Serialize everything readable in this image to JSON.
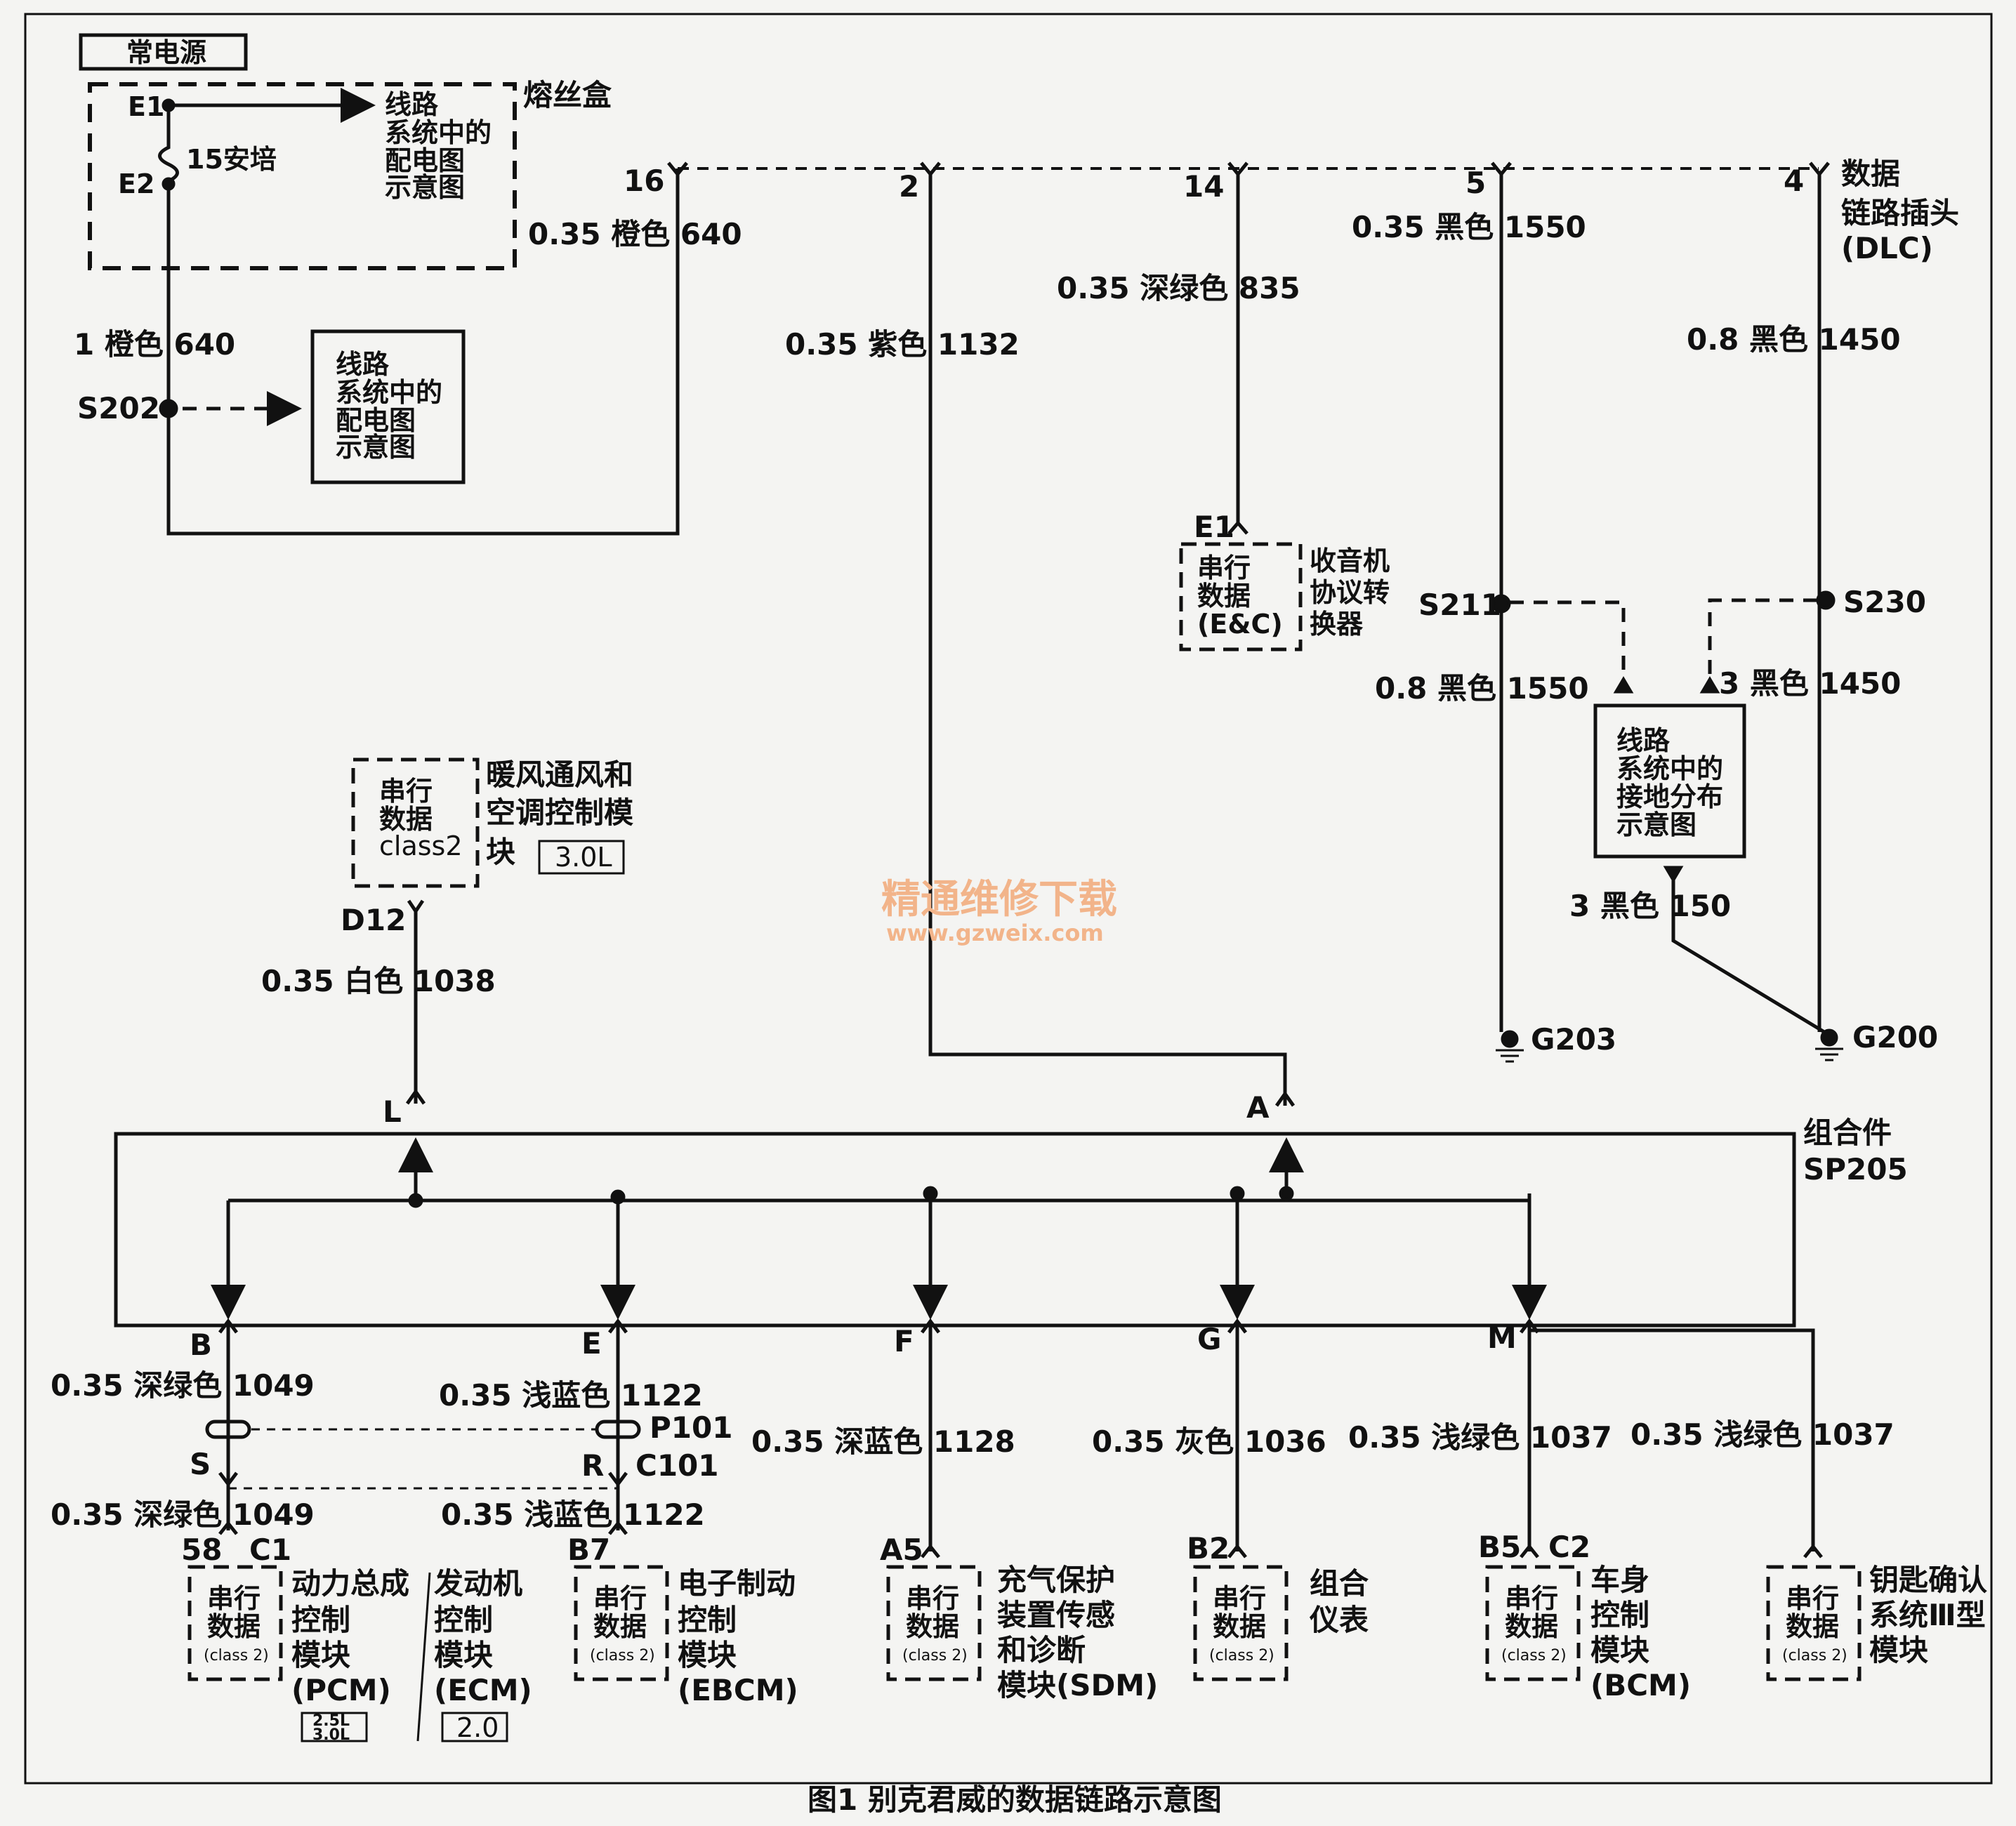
{
  "caption": "图1 别克君威的数据链路示意图",
  "watermark": {
    "title": "精通维修下载",
    "url": "www.gzweix.com"
  },
  "labels": {
    "power_source": "常电源",
    "fuse_box": "熔丝盒",
    "e1": "E1",
    "e2": "E2",
    "fuse_rating": "15安培",
    "ref_power": [
      "线路",
      "系统中的",
      "配电图",
      "示意图"
    ],
    "s202": "S202",
    "radio_pin": "E1",
    "radio_class": "(E&C)",
    "radio_name": [
      "收音机",
      "协议转",
      "换器"
    ],
    "s211": "S211",
    "s230": "S230",
    "ground_ref": [
      "线路",
      "系统中的",
      "接地分布",
      "示意图"
    ],
    "g203": "G203",
    "g200": "G200",
    "hvac_class": "class2",
    "hvac_name": [
      "暖风通风和",
      "空调控制模",
      "块"
    ],
    "hvac_engine": "3.0L",
    "d12": "D12",
    "pin_l": "L",
    "pin_a": "A",
    "splice": [
      "组合件",
      "SP205"
    ],
    "bottom_pins": [
      "B",
      "E",
      "F",
      "G",
      "M"
    ],
    "p101": "P101",
    "c101": "C101",
    "pin_s": "S",
    "pin_r": "R",
    "pcm_pin": "58",
    "pcm_conn": "C1",
    "ebcm_pin": "B7",
    "sdm_pin": "A5",
    "ipc_pin": "B2",
    "bcm_pin": "B5",
    "bcm_conn": "C2"
  },
  "dlc": {
    "pins": [
      "16",
      "2",
      "14",
      "5",
      "4"
    ],
    "title": [
      "数据",
      "链路插头",
      "(DLC)"
    ]
  },
  "wires": {
    "w640_upper": "1 橙色 640",
    "w640": "0.35 橙色 640",
    "w1132": "0.35 紫色 1132",
    "w835": "0.35 深绿色 835",
    "w1550_upper": "0.35 黑色 1550",
    "w1450_upper": "0.8 黑色 1450",
    "w1550_lower": "0.8 黑色 1550",
    "w1450_lower": "3 黑色 1450",
    "w150": "3 黑色 150",
    "w1038": "0.35 白色 1038",
    "w1049": "0.35 深绿色 1049",
    "w1122": "0.35 浅蓝色 1122",
    "w1128": "0.35 深蓝色 1128",
    "w1036": "0.35 灰色 1036",
    "w1037": "0.35 浅绿色 1037"
  },
  "modules": {
    "serial_data": [
      "串行",
      "数据"
    ],
    "class_tag": "(class 2)",
    "pcm": [
      "动力总成",
      "控制",
      "模块",
      "(PCM)"
    ],
    "pcm_engine": [
      "2.5L",
      "3.0L"
    ],
    "ecm": [
      "发动机",
      "控制",
      "模块",
      "(ECM)"
    ],
    "ecm_engine": "2.0",
    "ebcm": [
      "电子制动",
      "控制",
      "模块",
      "(EBCM)"
    ],
    "sdm": [
      "充气保护",
      "装置传感",
      "和诊断",
      "模块(SDM)"
    ],
    "ipc": [
      "组合",
      "仪表"
    ],
    "bcm": [
      "车身",
      "控制",
      "模块",
      "(BCM)"
    ],
    "key": [
      "钥匙确认",
      "系统Ⅲ型",
      "模块"
    ]
  }
}
